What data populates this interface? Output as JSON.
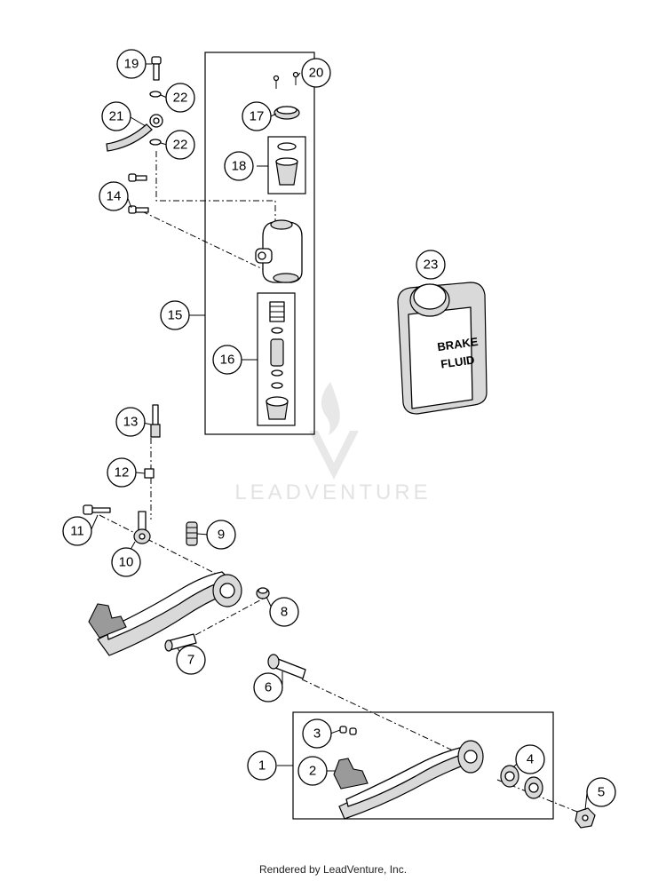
{
  "watermark": "LEADVENTURE",
  "footer": "Rendered by LeadVenture, Inc.",
  "fluid_label": {
    "line1": "BRAKE",
    "line2": "FLUID"
  },
  "callouts": [
    "1",
    "2",
    "3",
    "4",
    "5",
    "6",
    "7",
    "8",
    "9",
    "10",
    "11",
    "12",
    "13",
    "14",
    "15",
    "16",
    "17",
    "18",
    "19",
    "20",
    "21",
    "22",
    "23"
  ]
}
